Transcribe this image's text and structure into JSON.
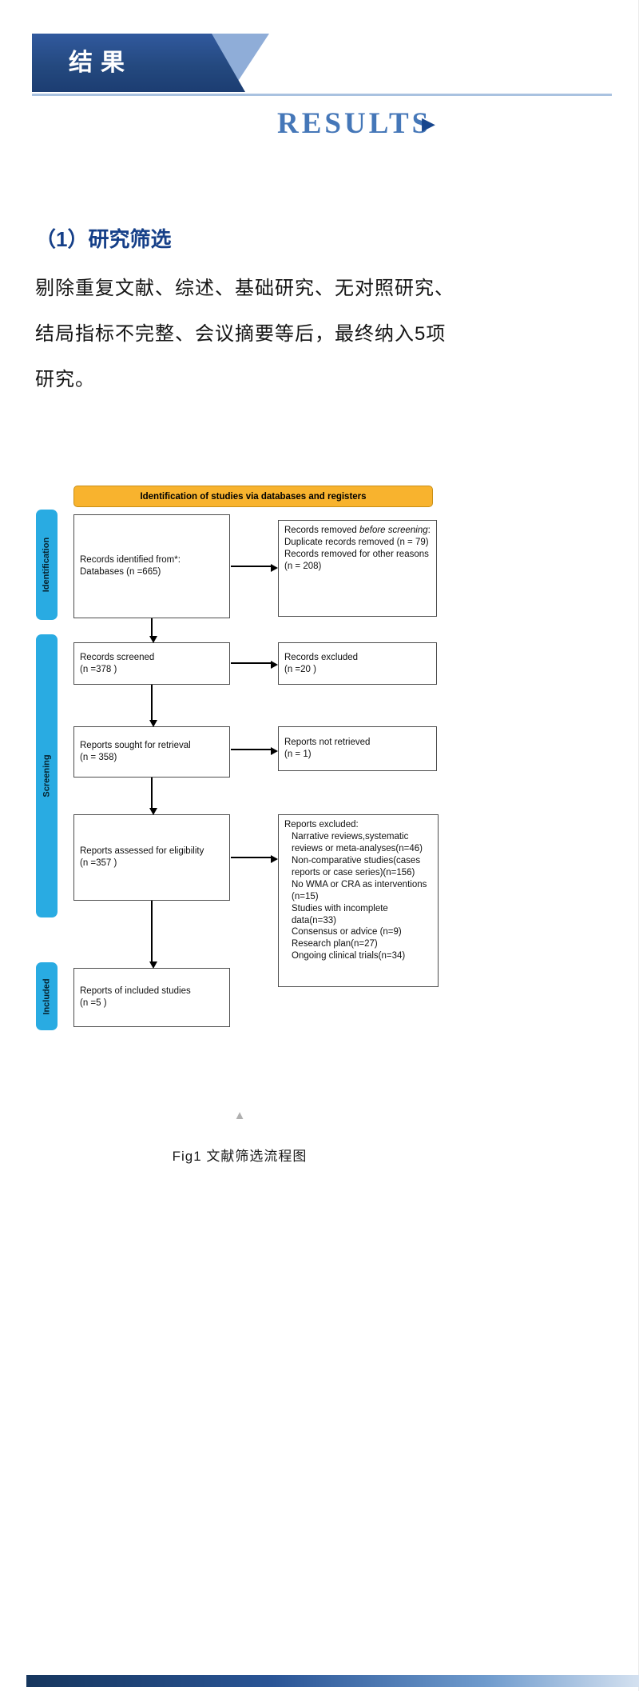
{
  "banner": {
    "title": "结果"
  },
  "results": {
    "title": "RESULTS"
  },
  "icons": {
    "play": "▶",
    "collapse": "▲"
  },
  "section": {
    "heading": "（1）研究筛选",
    "body_lines": [
      "剔除重复文献、综述、基础研究、无对照研究、",
      "结局指标不完整、会议摘要等后，最终纳入5项",
      "研究。"
    ]
  },
  "flowchart": {
    "header": "Identification of studies via databases and registers",
    "stages": {
      "identification": "Identification",
      "screening": "Screening",
      "included": "Included"
    },
    "boxes": {
      "identified": "Records identified from*:\nDatabases (n =665)",
      "removed_prefix": "Records removed ",
      "removed_italic": "before screening",
      "removed_suffix": ":",
      "removed_items": "Duplicate records removed  (n = 79)\nRecords removed for other reasons (n = 208)",
      "screened": "Records screened\n(n =378 )",
      "records_excluded": "Records excluded\n(n =20 )",
      "sought": "Reports sought for retrieval\n(n = 358)",
      "not_retrieved": "Reports not retrieved\n(n = 1)",
      "assessed": "Reports assessed for eligibility\n(n =357 )",
      "reports_excluded_title": "Reports excluded:",
      "reports_excluded_items": "Narrative reviews,systematic reviews or meta-analyses(n=46)\nNon-comparative studies(cases reports or case series)(n=156)\nNo WMA or CRA as interventions (n=15)\nStudies with incomplete data(n=33)\nConsensus or advice (n=9)\nResearch plan(n=27)\nOngoing clinical trials(n=34)",
      "included_studies": "Reports of included studies\n(n =5 )"
    }
  },
  "figure": {
    "caption": "Fig1 文献筛选流程图"
  },
  "colors": {
    "banner_dark": "#1c3d72",
    "banner_light": "#8fadd8",
    "accent_blue": "#4577b8",
    "heading_blue": "#153f88",
    "flow_header_yellow": "#f8b32e",
    "stage_blue": "#29abe2",
    "bottom_bar_start": "#16365e",
    "bottom_bar_end": "#d4e1f0"
  }
}
